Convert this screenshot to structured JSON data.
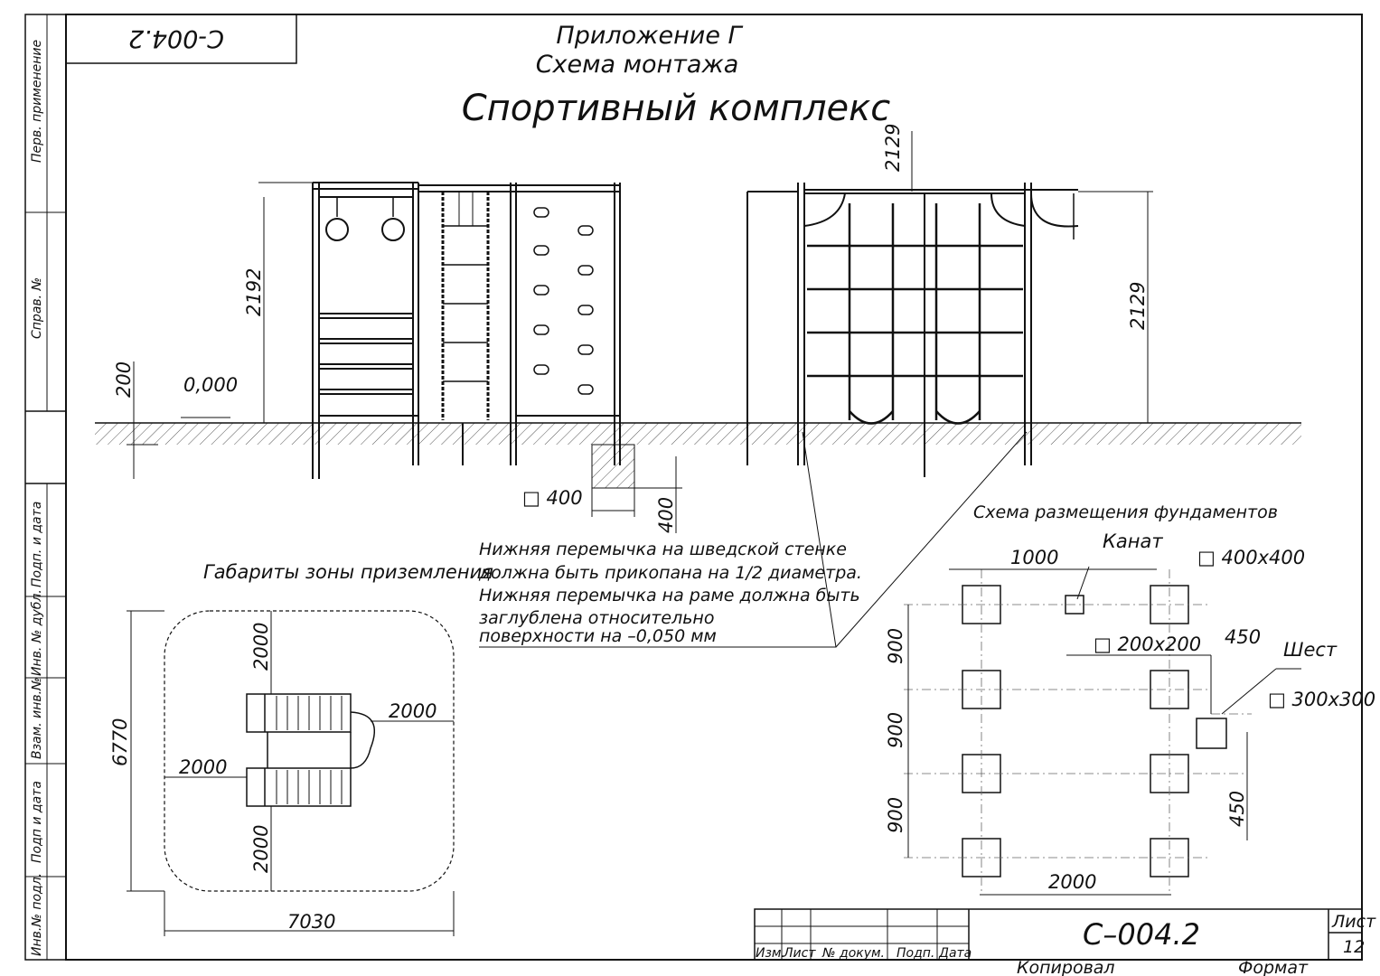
{
  "stamp_code": "С-004.2",
  "header": {
    "line1": "Приложение Г",
    "line2": "Схема монтажа",
    "title": "Спортивный комплекс"
  },
  "side_columns": [
    "Перв. применение",
    "Справ. №",
    "Подп. и дата",
    "Инв. № дубл.",
    "Взам. инв.№",
    "Подп и дата",
    "Инв.№ подл."
  ],
  "elevation": {
    "dim_left_height": "2192",
    "dim_top_right": "2129",
    "dim_right_height": "2129",
    "dim_ground": "200",
    "level_mark": "0,000",
    "found_size": "□ 400",
    "found_depth": "400"
  },
  "note_lines": [
    "Нижняя перемычка на шведской стенке",
    "должна быть прикопана на 1/2 диаметра.",
    "Нижняя перемычка на раме должна быть",
    "заглублена относительно",
    " поверхности на –0,050 мм"
  ],
  "zone": {
    "title": "Габариты зоны приземления",
    "dim_top": "2000",
    "dim_left": "2000",
    "dim_right": "2000",
    "dim_bottom": "2000",
    "dim_height": "6770",
    "dim_width": "7030"
  },
  "foundations": {
    "title": "Схема размещения фундаментов",
    "dim_1000": "1000",
    "rope_label": "Канат",
    "size_main": "□ 400х400",
    "size_rope": "□ 200х200",
    "dim_450_top": "450",
    "pole_label": "Шест",
    "size_pole": "□ 300х300",
    "dim_900_a": "900",
    "dim_900_b": "900",
    "dim_900_c": "900",
    "dim_450_side": "450",
    "dim_2000": "2000"
  },
  "title_block": {
    "headers": [
      "Изм.",
      "Лист",
      "№ докум.",
      "Подп.",
      "Дата"
    ],
    "code": "С–004.2",
    "sheet_label": "Лист",
    "sheet_num": "12",
    "copied": "Копировал",
    "format": "Формат"
  }
}
